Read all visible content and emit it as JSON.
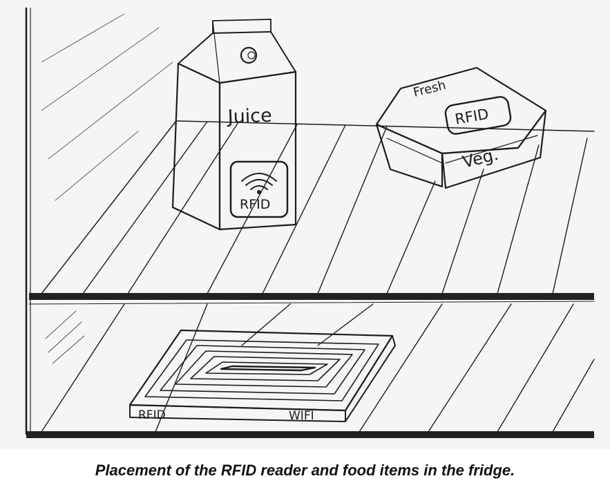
{
  "figure": {
    "caption": "Placement of the RFID reader and food items in the fridge.",
    "juice_carton": {
      "label": "Juice",
      "tag_label": "RFID",
      "icon": "wifi-signal-icon"
    },
    "veg_box": {
      "top_label": "Fresh",
      "tag_label": "RFID",
      "front_label": "Veg."
    },
    "reader_pad": {
      "left_label": "RFID",
      "right_label": "WIFI",
      "icon": "antenna-coil-icon"
    },
    "colors": {
      "ink": "#1c1c1c",
      "paper": "#f4f4f4",
      "shelf": "#222222"
    }
  }
}
